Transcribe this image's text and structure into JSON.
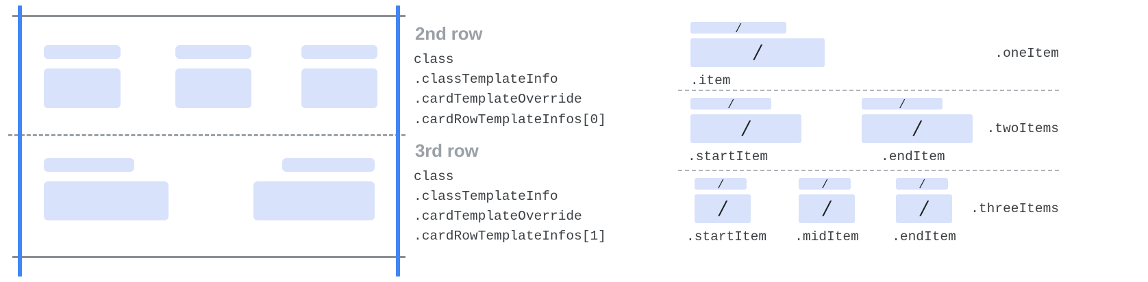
{
  "colors": {
    "placeholder_block": "#d9e2fb",
    "guide_blue": "#4285f4",
    "solid_rule_gray": "#8a8f94",
    "dashed_rule_gray": "#9aa0a6",
    "title_gray": "#9aa0a6",
    "code_text": "#3c4043",
    "background": "#ffffff"
  },
  "card_preview": {
    "name": "card-layout-preview",
    "row_2": {
      "columns": [
        {
          "label_block": true,
          "content_block": true
        },
        {
          "label_block": true,
          "content_block": true
        },
        {
          "label_block": true,
          "content_block": true
        }
      ]
    },
    "row_3": {
      "columns": [
        {
          "label_block": true,
          "content_block": true
        },
        {
          "label_block": true,
          "content_block": true
        }
      ]
    }
  },
  "rows": [
    {
      "title": "2nd row",
      "code": [
        "class",
        ".classTemplateInfo",
        ".cardTemplateOverride",
        ".cardRowTemplateInfos[0]"
      ]
    },
    {
      "title": "3rd row",
      "code": [
        "class",
        ".classTemplateInfo",
        ".cardTemplateOverride",
        ".cardRowTemplateInfos[1]"
      ]
    }
  ],
  "item_templates": [
    {
      "group_label": ".oneItem",
      "cells": [
        {
          "sub_label": ".item",
          "slash": "/"
        }
      ]
    },
    {
      "group_label": ".twoItems",
      "cells": [
        {
          "sub_label": ".startItem",
          "slash": "/"
        },
        {
          "sub_label": ".endItem",
          "slash": "/"
        }
      ]
    },
    {
      "group_label": ".threeItems",
      "cells": [
        {
          "sub_label": ".startItem",
          "slash": "/"
        },
        {
          "sub_label": ".midItem",
          "slash": "/"
        },
        {
          "sub_label": ".endItem",
          "slash": "/"
        }
      ]
    }
  ]
}
